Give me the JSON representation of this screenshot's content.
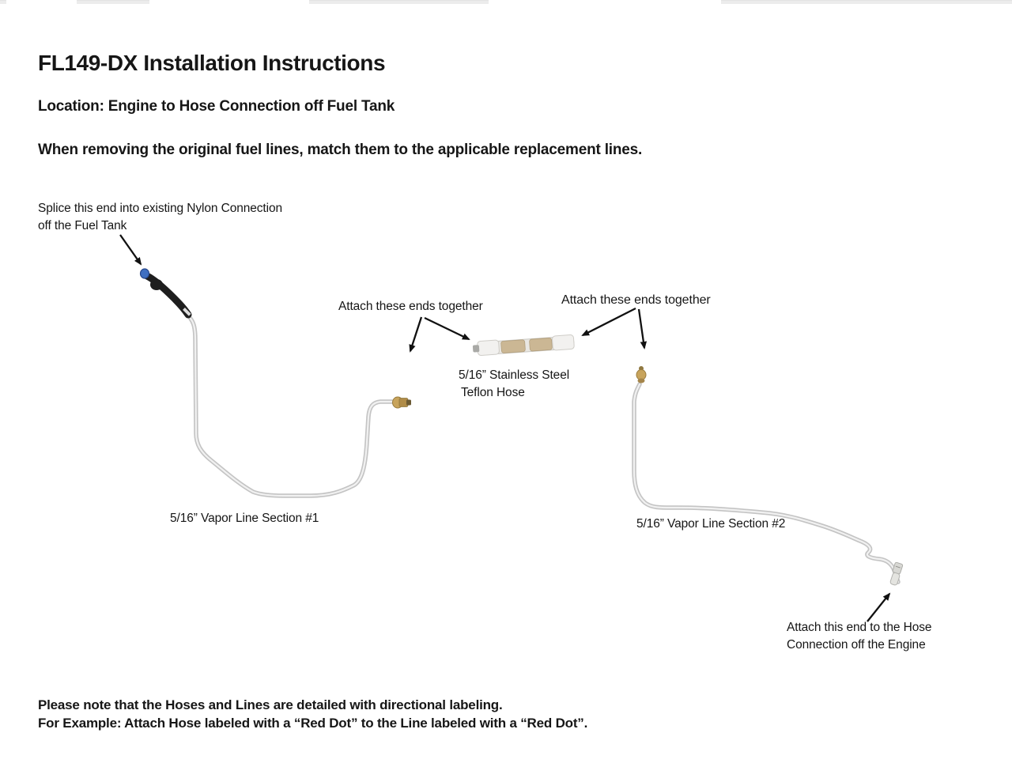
{
  "page": {
    "title": "FL149-DX Installation Instructions",
    "location_heading": "Location: Engine to Hose Connection off Fuel Tank",
    "intro_text": "When removing the original fuel lines, match them to the applicable replacement lines.",
    "footer_note_line1": "Please note that the Hoses and Lines are detailed with directional labeling.",
    "footer_note_line2": "For Example: Attach Hose labeled with a “Red Dot” to the Line labeled with a “Red Dot”."
  },
  "diagram": {
    "annotations": {
      "splice_line1": "Splice this end into existing Nylon Connection",
      "splice_line2": "off the Fuel Tank",
      "attach_together_left": "Attach these ends together",
      "attach_together_right": "Attach these ends together",
      "stainless_hose_line1": "5/16” Stainless Steel",
      "stainless_hose_line2": "Teflon Hose",
      "vapor_line_1_label": "5/16” Vapor Line Section #1",
      "vapor_line_2_label": "5/16” Vapor Line Section #2",
      "engine_end_line1": "Attach this end to the Hose",
      "engine_end_line2": "Connection off the Engine"
    },
    "parts": [
      {
        "name": "nylon-connection-hose",
        "description": "black rubber hose with blue quick-connect end"
      },
      {
        "name": "vapor-line-section-1",
        "description": "5/16 inch gray steel vapor line with brass fitting end"
      },
      {
        "name": "stainless-teflon-hose",
        "description": "5/16 inch stainless steel teflon hose with brass ferrules"
      },
      {
        "name": "vapor-line-section-2",
        "description": "5/16 inch gray steel vapor line with brass fitting top and engine-end fitting bottom"
      }
    ],
    "colors": {
      "text": "#161616",
      "arrow": "#111111",
      "line_gray_outer": "#c4c4c4",
      "line_gray_inner": "#f1f1f1",
      "hose_black": "#1e1e1e",
      "connector_blue": "#3f6fc1",
      "brass": "#c8a45c",
      "brass_dark": "#8f7840",
      "hose_silver": "#e9e7e2",
      "ferrule_tan": "#cbb794"
    }
  }
}
